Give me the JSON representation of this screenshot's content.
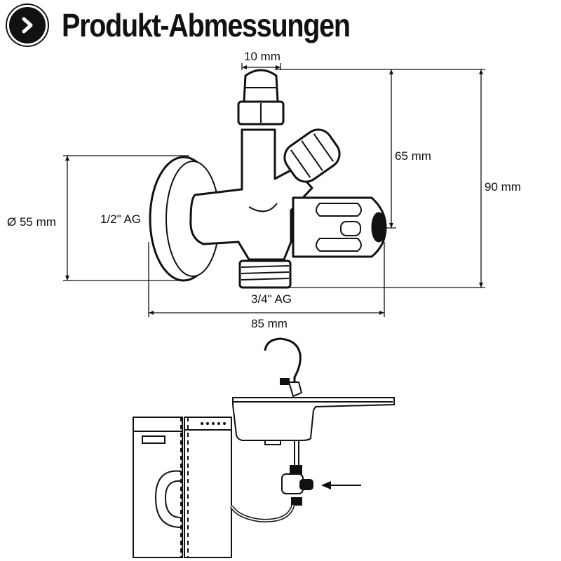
{
  "header": {
    "title": "Produkt-Abmessungen",
    "icon": "chevron-right-icon"
  },
  "dimensions": {
    "top_width": "10 mm",
    "upper_height": "65 mm",
    "total_height": "90 mm",
    "flange_diameter": "Ø 55 mm",
    "inlet_thread": "1/2\" AG",
    "outlet_thread": "3/4\" AG",
    "total_width": "85 mm"
  },
  "colors": {
    "ink": "#111111",
    "background": "#ffffff"
  }
}
